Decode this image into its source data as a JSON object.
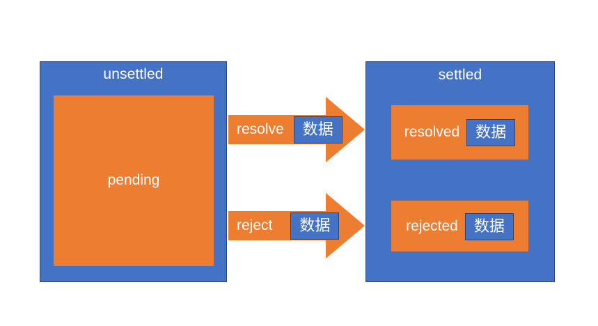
{
  "diagram": {
    "title_unsettled": "unsettled",
    "title_settled": "settled",
    "pending_label": "pending",
    "resolved_label": "resolved",
    "rejected_label": "rejected",
    "resolve_arrow_label": "resolve",
    "reject_arrow_label": "reject",
    "data_badge_arrow_resolve": "数据",
    "data_badge_arrow_reject": "数据",
    "data_badge_resolved": "数据",
    "data_badge_rejected": "数据",
    "colors": {
      "group_fill": "#4472C4",
      "group_border": "#2F4575",
      "inner_fill": "#ED7D31",
      "arrow_fill": "#ED7D31",
      "badge_fill": "#4472C4",
      "badge_border": "#2F4575",
      "text": "#FFFFFF",
      "background": "#FFFFFF"
    }
  }
}
